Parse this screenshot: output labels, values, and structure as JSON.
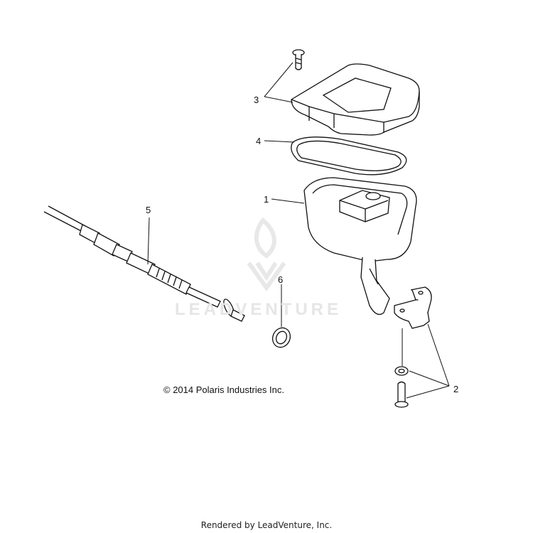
{
  "diagram": {
    "callouts": [
      "1",
      "2",
      "3",
      "4",
      "5",
      "6"
    ],
    "copyright": "© 2014 Polaris Industries Inc.",
    "footer": "Rendered by LeadVenture, Inc.",
    "watermark": "LEADVENTURE"
  },
  "colors": {
    "ink": "#111111",
    "watermark": "#e6e6e6"
  }
}
